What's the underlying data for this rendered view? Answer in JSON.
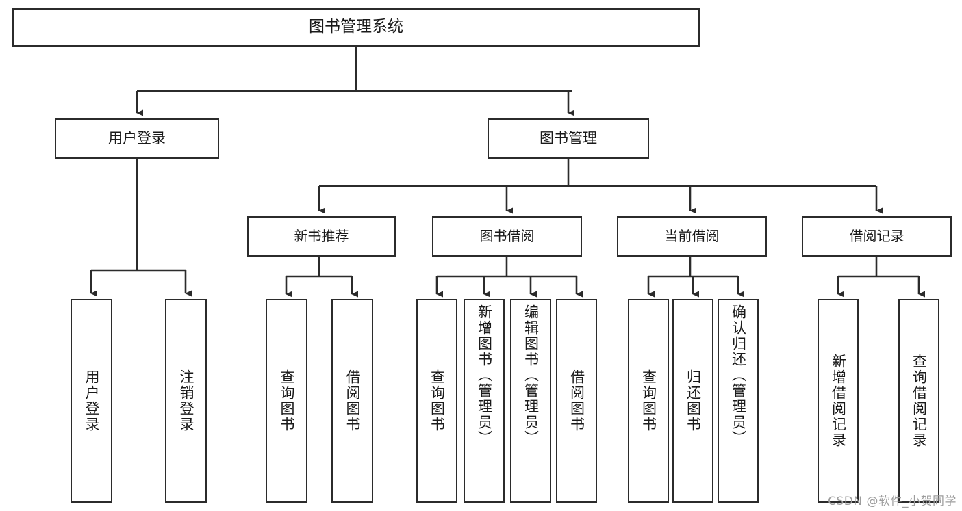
{
  "diagram": {
    "title": "图书管理系统",
    "type": "tree",
    "watermark": "CSDN @软件_小贺同学",
    "colors": {
      "box_border": "#2b2b2b",
      "box_fill": "#ffffff",
      "connector": "#2b2b2b",
      "text": "#1a1a1a",
      "watermark": "#9d9d9d",
      "background": "#ffffff"
    },
    "nodes": {
      "root": {
        "label": "图书管理系统"
      },
      "level1": [
        {
          "id": "user-login",
          "label": "用户登录"
        },
        {
          "id": "book-manage",
          "label": "图书管理"
        }
      ],
      "level2": [
        {
          "id": "new-book-recommend",
          "label": "新书推荐"
        },
        {
          "id": "book-borrow",
          "label": "图书借阅"
        },
        {
          "id": "current-borrow",
          "label": "当前借阅"
        },
        {
          "id": "borrow-record",
          "label": "借阅记录"
        }
      ],
      "leaves": {
        "user-login": [
          {
            "id": "leaf-user-login",
            "label": "用户登录"
          },
          {
            "id": "leaf-logout-login",
            "label": "注销登录"
          }
        ],
        "new-book-recommend": [
          {
            "id": "leaf-query-book-1",
            "label": "查询图书"
          },
          {
            "id": "leaf-borrow-book-1",
            "label": "借阅图书"
          }
        ],
        "book-borrow": [
          {
            "id": "leaf-query-book-2",
            "label": "查询图书"
          },
          {
            "id": "leaf-add-book",
            "label": "新增图书（管理员）"
          },
          {
            "id": "leaf-edit-book",
            "label": "编辑图书（管理员）"
          },
          {
            "id": "leaf-borrow-book-2",
            "label": "借阅图书"
          }
        ],
        "current-borrow": [
          {
            "id": "leaf-query-book-3",
            "label": "查询图书"
          },
          {
            "id": "leaf-return-book",
            "label": "归还图书"
          },
          {
            "id": "leaf-confirm-return",
            "label": "确认归还（管理员）"
          }
        ],
        "borrow-record": [
          {
            "id": "leaf-add-record",
            "label": "新增借阅记录"
          },
          {
            "id": "leaf-query-record",
            "label": "查询借阅记录"
          }
        ]
      }
    }
  }
}
